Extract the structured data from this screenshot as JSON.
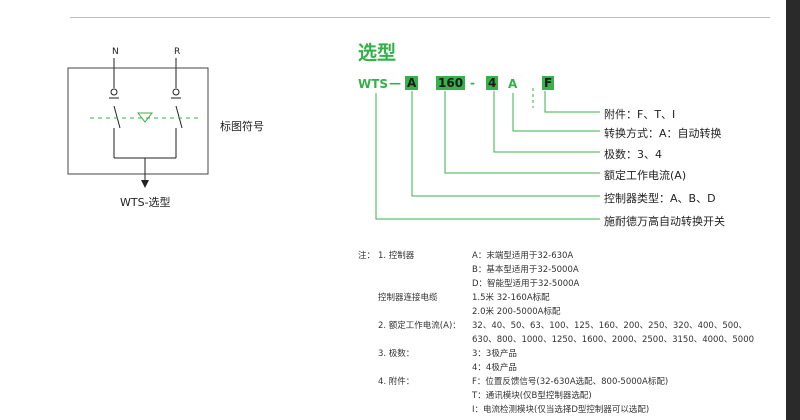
{
  "page": {
    "section_title": "选型",
    "symbol_caption": "标图符号",
    "diagram_caption": "WTS-选型",
    "terminal_n": "N",
    "terminal_r": "R"
  },
  "model_code": {
    "prefix": "WTS",
    "dash1": "—",
    "part_a": "A",
    "part_current": "160",
    "dash2": "-",
    "part_poles": "4",
    "part_switch": "A",
    "part_accessory": "F"
  },
  "legend": [
    "附件：F、T、I",
    "转换方式：A：自动转换",
    "极数：3、4",
    "额定工作电流(A)",
    "控制器类型：A、B、D",
    "施耐德万高自动转换开关"
  ],
  "notes": {
    "prefix": "注：",
    "rows": [
      {
        "label": "1. 控制器",
        "value": "A：末端型适用于32-630A"
      },
      {
        "label": "",
        "value": "B：基本型适用于32-5000A"
      },
      {
        "label": "",
        "value": "D：智能型适用于32-5000A"
      },
      {
        "label": "控制器连接电缆",
        "value": "1.5米 32-160A标配"
      },
      {
        "label": "",
        "value": "2.0米 200-5000A标配"
      },
      {
        "label": "2. 额定工作电流(A)：",
        "value": "32、40、50、63、100、125、160、200、250、320、400、500、"
      },
      {
        "label": "",
        "value": "630、800、1000、1250、1600、2000、2500、3150、4000、5000"
      },
      {
        "label": "3. 极数：",
        "value": "3：3极产品"
      },
      {
        "label": "",
        "value": "4：4极产品"
      },
      {
        "label": "4. 附件：",
        "value": "F：位置反馈信号(32-630A选配、800-5000A标配)"
      },
      {
        "label": "",
        "value": "T：通讯模块(仅B型控制器选配)"
      },
      {
        "label": "",
        "value": "I：电流检测模块(仅当选择D型控制器可以选配)"
      }
    ]
  },
  "colors": {
    "accent": "#35b14a",
    "accent_box": "#36b24a",
    "text": "#222222"
  }
}
